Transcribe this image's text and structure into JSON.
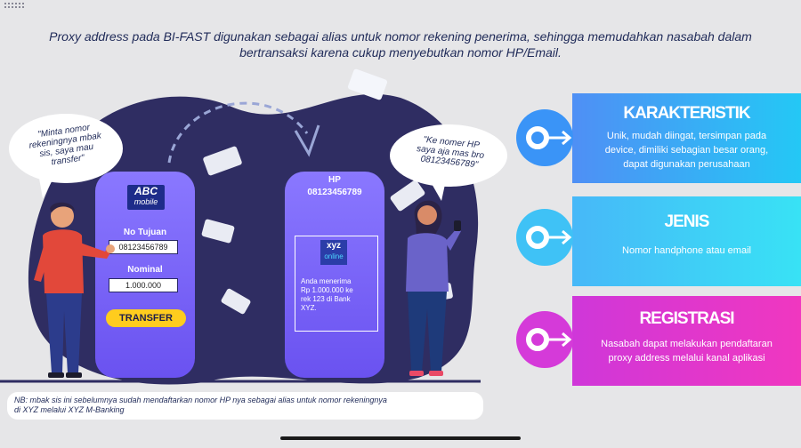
{
  "headline": {
    "line1": "Proxy address pada BI-FAST digunakan sebagai alias untuk nomor rekening penerima, sehingga memudahkan nasabah dalam",
    "line2": "bertransaksi karena cukup menyebutkan nomor HP/Email."
  },
  "bubble_left": {
    "line1": "\"Minta nomor",
    "line2": "rekeningnya mbak",
    "line3": "sis, saya mau",
    "line4": "transfer\""
  },
  "bubble_right": {
    "line1": "\"Ke nomer HP",
    "line2": "saya aja mas bro",
    "line3": "08123456789\""
  },
  "phone_left": {
    "logo_brand": "ABC",
    "logo_sub": "mobile",
    "no_tujuan_label": "No Tujuan",
    "no_tujuan_value": "08123456789",
    "nominal_label": "Nominal",
    "nominal_value": "1.000.000",
    "transfer_button": "TRANSFER"
  },
  "phone_right": {
    "hp_label": "HP",
    "hp_number": "08123456789",
    "logo_brand": "xyz",
    "logo_sub": "online",
    "message_line1": "Anda menerima",
    "message_line2": "Rp 1.000.000 ke",
    "message_line3": "rek 123 di Bank",
    "message_line4": "XYZ."
  },
  "note": {
    "line1": "NB: mbak sis ini sebelumnya sudah mendaftarkan nomor HP nya sebagai alias untuk nomor rekeningnya",
    "line2": "di XYZ melalui XYZ M-Banking"
  },
  "cards": {
    "karakteristik": {
      "title": "KARAKTERISTIK",
      "line1": "Unik, mudah diingat, tersimpan pada",
      "line2": "device, dimiliki sebagian besar orang,",
      "line3": "dapat digunakan perusahaan"
    },
    "jenis": {
      "title": "JENIS",
      "line1": "Nomor handphone atau email"
    },
    "registrasi": {
      "title": "REGISTRASI",
      "line1": "Nasabah dapat melakukan pendaftaran",
      "line2": "proxy address melalui kanal aplikasi"
    }
  },
  "colors": {
    "navy_blob": "#2f2d62",
    "phone_purple": "#7a66fb",
    "transfer_yellow": "#ffcc1e",
    "card_blue": "#3a94f7",
    "card_cyan": "#3fc2f6",
    "card_magenta": "#d53ad9"
  },
  "icons": [
    "arrow-ring-icon",
    "dashed-arrow-icon",
    "man-figure",
    "woman-figure",
    "banknote-icon"
  ]
}
